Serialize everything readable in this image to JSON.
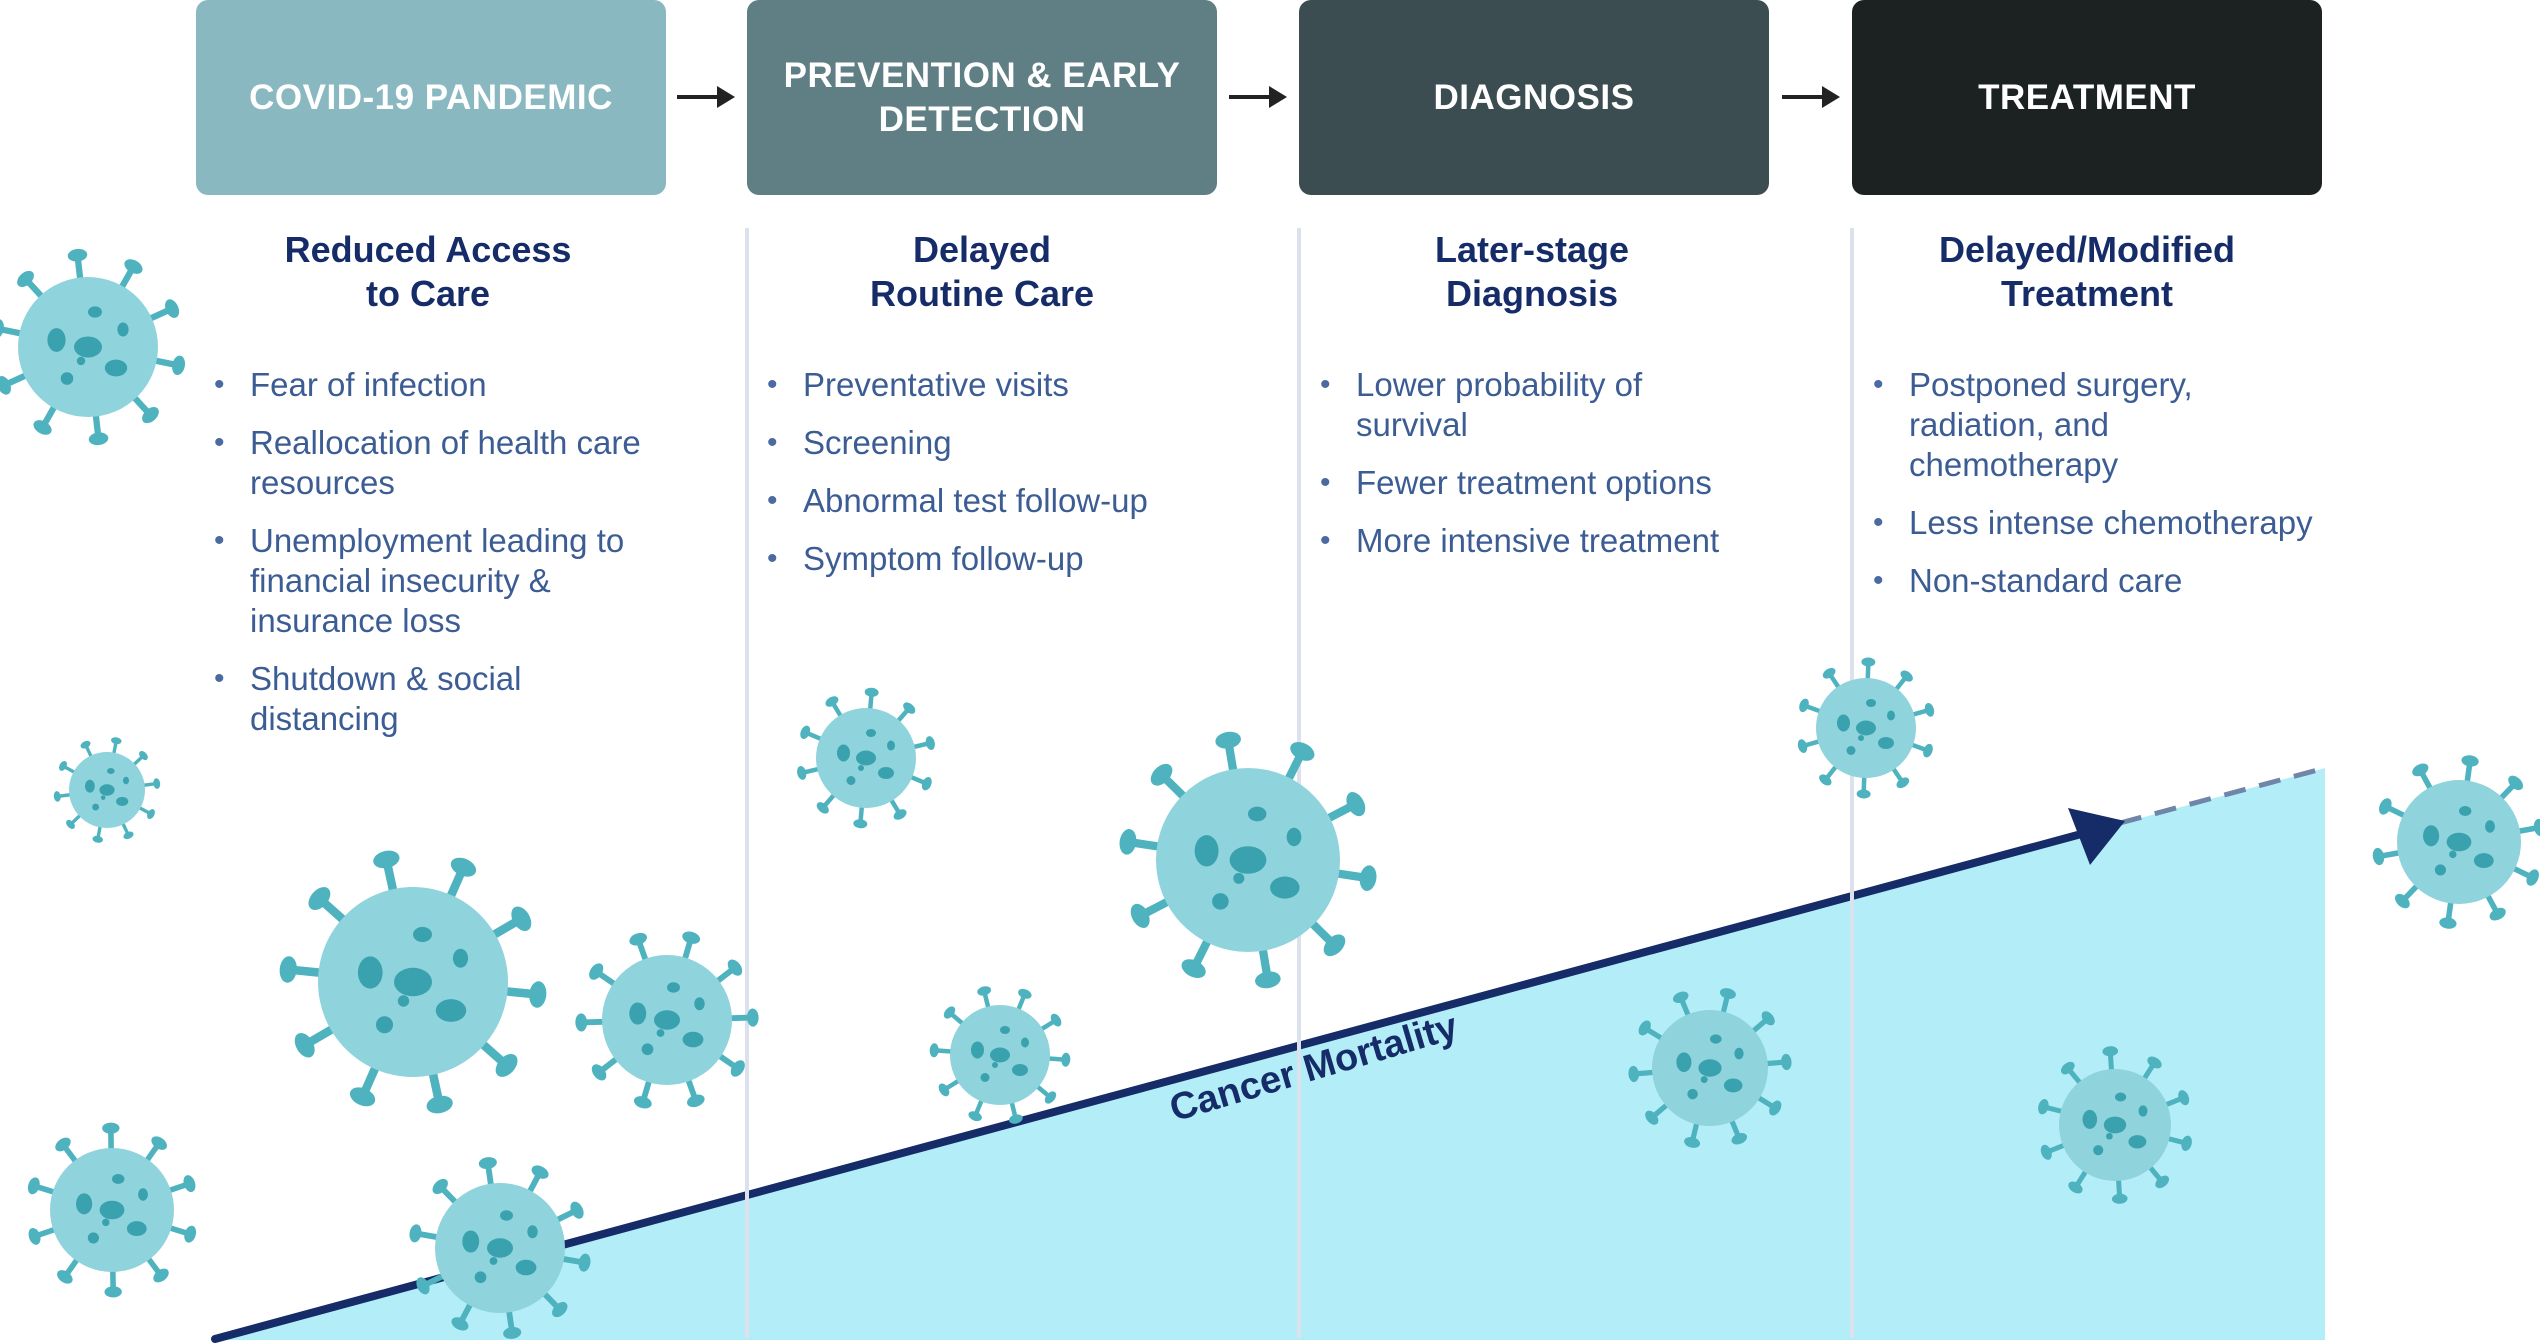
{
  "stages": [
    {
      "label": "COVID-19 PANDEMIC",
      "color": "#89b8c0"
    },
    {
      "label": "PREVENTION & EARLY\nDETECTION",
      "color": "#5f7f85"
    },
    {
      "label": "DIAGNOSIS",
      "color": "#3b4d50"
    },
    {
      "label": "TREATMENT",
      "color": "#1c2222"
    }
  ],
  "columns": [
    {
      "heading": "Reduced Access\nto Care",
      "bullets": [
        "Fear of infection",
        "Reallocation of health care\nresources",
        "Unemployment leading to\nfinancial insecurity &\ninsurance loss",
        "Shutdown & social\ndistancing"
      ]
    },
    {
      "heading": "Delayed\nRoutine Care",
      "bullets": [
        "Preventative visits",
        "Screening",
        "Abnormal test follow-up",
        "Symptom follow-up"
      ]
    },
    {
      "heading": "Later-stage\nDiagnosis",
      "bullets": [
        "Lower probability of\nsurvival",
        "Fewer treatment options",
        "More intensive treatment"
      ]
    },
    {
      "heading": "Delayed/Modified\nTreatment",
      "bullets": [
        "Postponed surgery,\nradiation, and\nchemotherapy",
        "Less intense chemotherapy",
        "Non-standard care"
      ]
    }
  ],
  "trend": {
    "label": "Cancer Mortality",
    "area_color": "#b3eef8",
    "line_color": "#152c68",
    "projection_color": "#6f86a8"
  },
  "colors": {
    "heading_text": "#152c68",
    "bullet_text": "#3c5c94",
    "virus_body": "#8fd3dc",
    "virus_spikes": "#4fb3bf",
    "virus_spots": "#3aa2ae"
  },
  "icons": [
    "arrow-right-icon",
    "virus-icon"
  ]
}
